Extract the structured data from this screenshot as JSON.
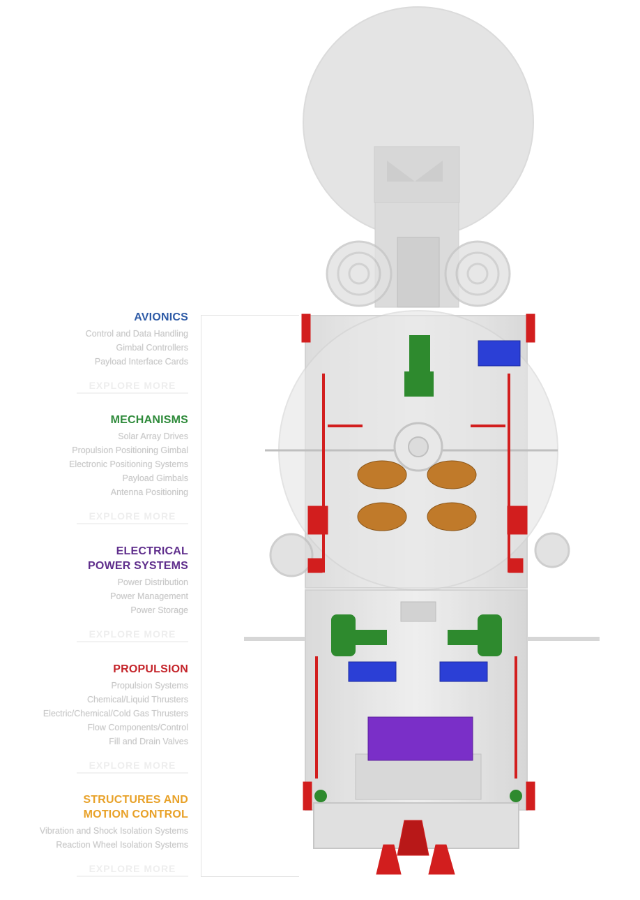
{
  "sections": [
    {
      "id": "avionics",
      "title": "AVIONICS",
      "color": "#2d5aa6",
      "items": [
        "Control and Data Handling",
        "Gimbal Controllers",
        "Payload Interface Cards"
      ],
      "explore": "EXPLORE MORE"
    },
    {
      "id": "mechanisms",
      "title": "MECHANISMS",
      "color": "#2e8a3a",
      "items": [
        "Solar Array Drives",
        "Propulsion Positioning Gimbal",
        "Electronic Positioning Systems",
        "Payload Gimbals",
        "Antenna Positioning"
      ],
      "explore": "EXPLORE MORE"
    },
    {
      "id": "electrical",
      "title": "ELECTRICAL\nPOWER SYSTEMS",
      "color": "#5f2e8c",
      "items": [
        "Power Distribution",
        "Power Management",
        "Power Storage"
      ],
      "explore": "EXPLORE MORE"
    },
    {
      "id": "propulsion",
      "title": "PROPULSION",
      "color": "#c4242a",
      "items": [
        "Propulsion Systems",
        "Chemical/Liquid Thrusters",
        "Electric/Chemical/Cold Gas Thrusters",
        "Flow Components/Control",
        "Fill and Drain Valves"
      ],
      "explore": "EXPLORE MORE"
    },
    {
      "id": "structures",
      "title": "STRUCTURES AND\nMOTION CONTROL",
      "color": "#e8a128",
      "items": [
        "Vibration and Shock Isolation Systems",
        "Reaction Wheel Isolation Systems"
      ],
      "explore": "EXPLORE MORE"
    }
  ],
  "colors": {
    "avionics": "#2b3fd6",
    "mechanisms": "#2e8a2e",
    "electrical": "#7a2fc8",
    "propulsion": "#d21e1e",
    "structures": "#c07a2a",
    "structure_gray": "#d8d8d8"
  }
}
